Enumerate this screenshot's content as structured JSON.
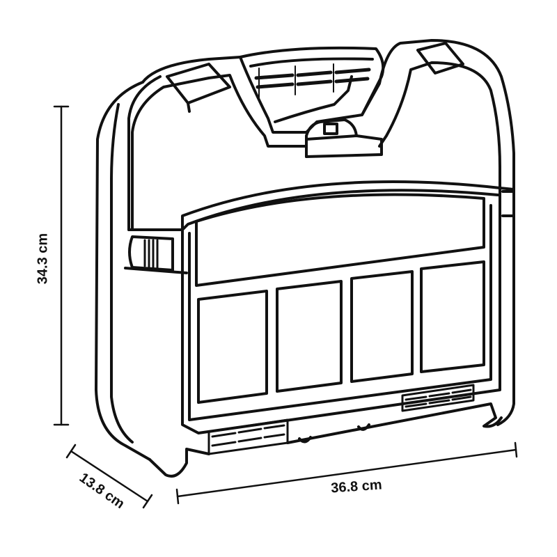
{
  "diagram": {
    "subject": "plastic toolbox / carry case line drawing",
    "colors": {
      "line": "#111111",
      "background": "#ffffff"
    },
    "dimensions": {
      "height": {
        "value": 34.3,
        "unit": "cm",
        "label": "34.3 cm",
        "orientation": "vertical-left"
      },
      "depth": {
        "value": 13.8,
        "unit": "cm",
        "label": "13.8 cm",
        "orientation": "diagonal-bottom-left"
      },
      "width": {
        "value": 36.8,
        "unit": "cm",
        "label": "36.8 cm",
        "orientation": "horizontal-bottom"
      }
    },
    "parts": {
      "handle": "carry-handle",
      "lid_label_panel": "label-window",
      "compartments": 4,
      "side_clip": "side-latch",
      "bottom_latches": 2
    }
  }
}
